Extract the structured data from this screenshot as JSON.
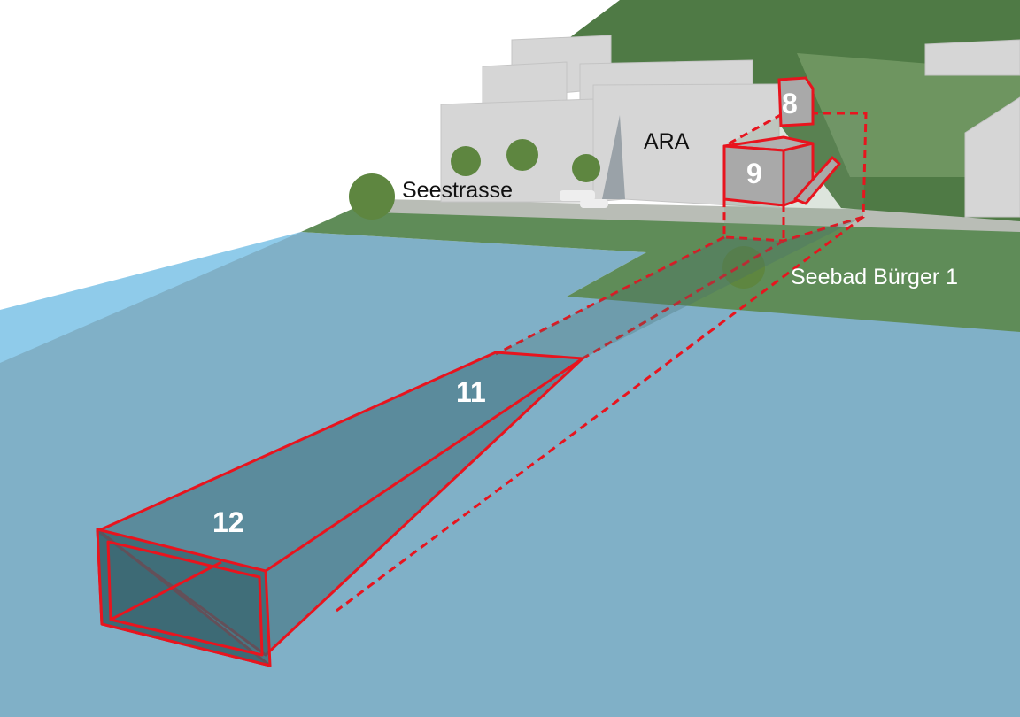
{
  "labels": {
    "ara": "ARA",
    "seestrasse": "Seestrasse",
    "seebad": "Seebad Bürger 1"
  },
  "elements": {
    "e8": "8",
    "e9": "9",
    "e11": "11",
    "e12": "12"
  },
  "colors": {
    "outline": "#e8141e",
    "water": "#80b0c7",
    "grass": "#5f8c58",
    "building": "#d6d6d6"
  }
}
